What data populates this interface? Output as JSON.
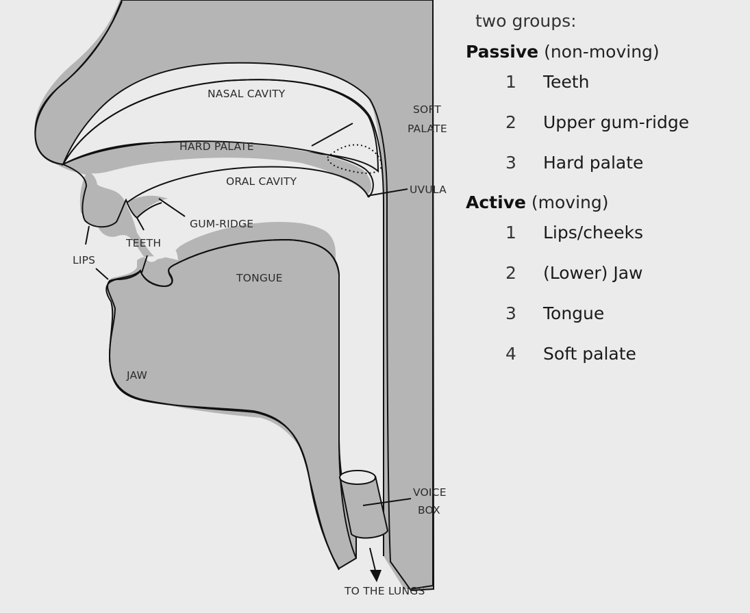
{
  "diagram": {
    "labels": {
      "nasal_cavity": "NASAL CAVITY",
      "soft_palate_1": "SOFT",
      "soft_palate_2": "PALATE",
      "hard_palate": "HARD PALATE",
      "oral_cavity": "ORAL CAVITY",
      "uvula": "UVULA",
      "gum_ridge": "GUM-RIDGE",
      "teeth": "TEETH",
      "lips": "LIPS",
      "tongue": "TONGUE",
      "jaw": "JAW",
      "voice_box_1": "VOICE",
      "voice_box_2": "BOX",
      "to_lungs": "TO THE LUNGS"
    },
    "colors": {
      "tissue": "#b5b5b5",
      "cavity": "#ebebeb",
      "outline": "#111111"
    }
  },
  "legend": {
    "intro": "two groups:",
    "passive": {
      "title": "Passive",
      "subtitle": "(non-moving)",
      "items": [
        {
          "num": "1",
          "text": "Teeth"
        },
        {
          "num": "2",
          "text": "Upper gum-ridge"
        },
        {
          "num": "3",
          "text": "Hard palate"
        }
      ]
    },
    "active": {
      "title": "Active",
      "subtitle": "(moving)",
      "items": [
        {
          "num": "1",
          "text": "Lips/cheeks"
        },
        {
          "num": "2",
          "text": "(Lower) Jaw"
        },
        {
          "num": "3",
          "text": "Tongue"
        },
        {
          "num": "4",
          "text": "Soft palate"
        }
      ]
    }
  }
}
